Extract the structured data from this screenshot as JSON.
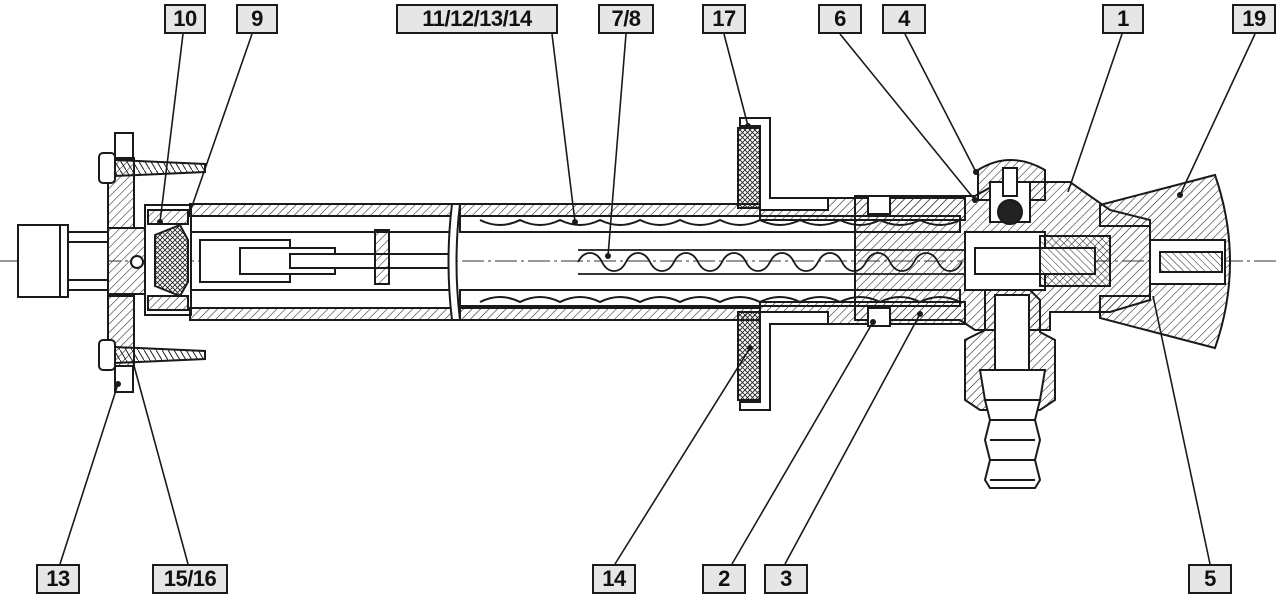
{
  "callouts": {
    "c10": "10",
    "c9": "9",
    "c11_14": "11/12/13/14",
    "c7_8": "7/8",
    "c17": "17",
    "c6": "6",
    "c4": "4",
    "c1": "1",
    "c19": "19",
    "c13": "13",
    "c15_16": "15/16",
    "c14b": "14",
    "c2": "2",
    "c3": "3",
    "c5": "5"
  },
  "colors": {
    "line": "#1a1a1a",
    "callout_fill": "#e6e6e6",
    "background": "#ffffff"
  }
}
